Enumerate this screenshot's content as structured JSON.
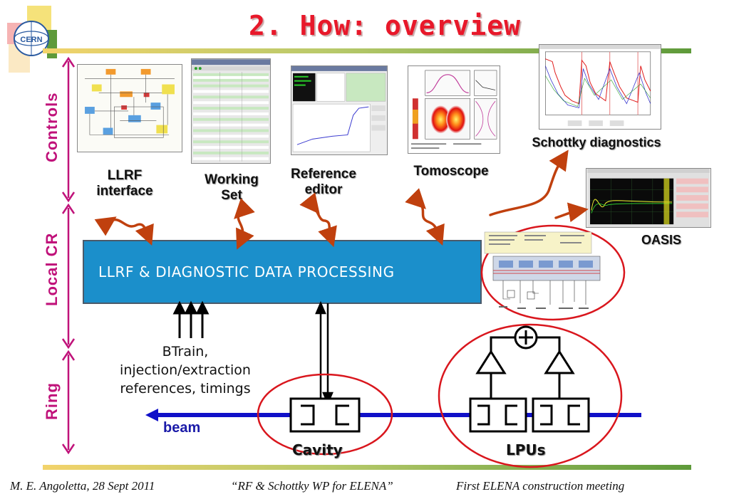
{
  "title": "2. How: overview",
  "logo": {
    "text": "CERN"
  },
  "side_labels": {
    "controls": "Controls",
    "local_cr": "Local CR",
    "ring": "Ring"
  },
  "apps": {
    "llrf": "LLRF interface",
    "working_set": "Working Set",
    "reference_editor": "Reference editor",
    "tomoscope": "Tomoscope",
    "schottky": "Schottky diagnostics",
    "oasis": "OASIS"
  },
  "processing": "LLRF & DIAGNOSTIC DATA PROCESSING",
  "inputs": [
    "BTrain,",
    "injection/extraction",
    "references, timings"
  ],
  "beam": "beam",
  "cavity": "Cavity",
  "lpus": "LPUs",
  "colors": {
    "title": "#e8182a",
    "side": "#c0127a",
    "box": "#1b8fcb",
    "beam": "#1010c8",
    "arrow": "#c0400e",
    "ellipse": "#d9161d"
  },
  "footer": {
    "author": "M. E. Angoletta, 28 Sept 2011",
    "talk": "“RF & Schottky WP for ELENA”",
    "meeting": "First ELENA construction meeting"
  }
}
